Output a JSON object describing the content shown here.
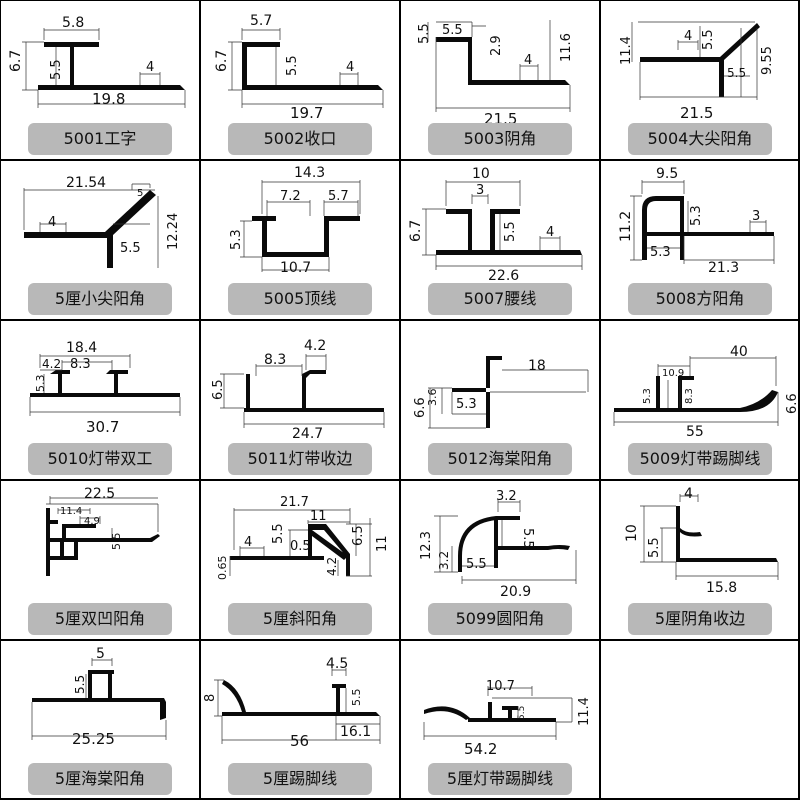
{
  "profiles": [
    {
      "code": "5001工字",
      "dims": [
        "5.8",
        "6.7",
        "5.5",
        "4",
        "19.8"
      ]
    },
    {
      "code": "5002收口",
      "dims": [
        "5.7",
        "6.7",
        "5.5",
        "4",
        "19.7"
      ]
    },
    {
      "code": "5003阴角",
      "dims": [
        "5.5",
        "5.5",
        "2.9",
        "11.6",
        "4",
        "21.5"
      ]
    },
    {
      "code": "5004大尖阳角",
      "dims": [
        "11.4",
        "4",
        "5.5",
        "9.55",
        "5.5",
        "21.5"
      ]
    },
    {
      "code": "5厘小尖阳角",
      "dims": [
        "21.54",
        "5",
        "4",
        "12.24",
        "5.5"
      ]
    },
    {
      "code": "5005顶线",
      "dims": [
        "14.3",
        "7.2",
        "5.7",
        "5.3",
        "10.7"
      ]
    },
    {
      "code": "5007腰线",
      "dims": [
        "10",
        "3",
        "6.7",
        "5.5",
        "4",
        "22.6"
      ]
    },
    {
      "code": "5008方阳角",
      "dims": [
        "9.5",
        "11.2",
        "5.3",
        "3",
        "5.3",
        "21.3"
      ]
    },
    {
      "code": "5010灯带双工",
      "dims": [
        "18.4",
        "4.2",
        "8.3",
        "5.3",
        "30.7"
      ]
    },
    {
      "code": "5011灯带收边",
      "dims": [
        "8.3",
        "4.2",
        "6.5",
        "24.7"
      ]
    },
    {
      "code": "5012海棠阳角",
      "dims": [
        "18",
        "6.6",
        "3.6",
        "5.3"
      ]
    },
    {
      "code": "5009灯带踢脚线",
      "dims": [
        "40",
        "10.9",
        "5.3",
        "8.3",
        "6.6",
        "55"
      ]
    },
    {
      "code": "5厘双凹阳角",
      "dims": [
        "22.5",
        "11.4",
        "4.9",
        "5.5"
      ]
    },
    {
      "code": "5厘斜阳角",
      "dims": [
        "21.7",
        "11",
        "4",
        "5.5",
        "0.5",
        "6.5",
        "11",
        "0.65",
        "4.2"
      ]
    },
    {
      "code": "5099圆阳角",
      "dims": [
        "3.2",
        "5.5",
        "12.3",
        "3.2",
        "5.5",
        "20.9"
      ]
    },
    {
      "code": "5厘阴角收边",
      "dims": [
        "4",
        "10",
        "5.5",
        "15.8"
      ]
    },
    {
      "code": "5厘海棠阳角",
      "dims": [
        "5",
        "5.5",
        "25.25"
      ]
    },
    {
      "code": "5厘踢脚线",
      "dims": [
        "4.5",
        "8",
        "5.5",
        "56",
        "16.1"
      ]
    },
    {
      "code": "5厘灯带踢脚线",
      "dims": [
        "10.7",
        "5.5",
        "11.4",
        "54.2"
      ]
    }
  ],
  "colors": {
    "grid": "#000000",
    "label_bg": "#b8b8b8",
    "profile": "#0a0a0a"
  }
}
